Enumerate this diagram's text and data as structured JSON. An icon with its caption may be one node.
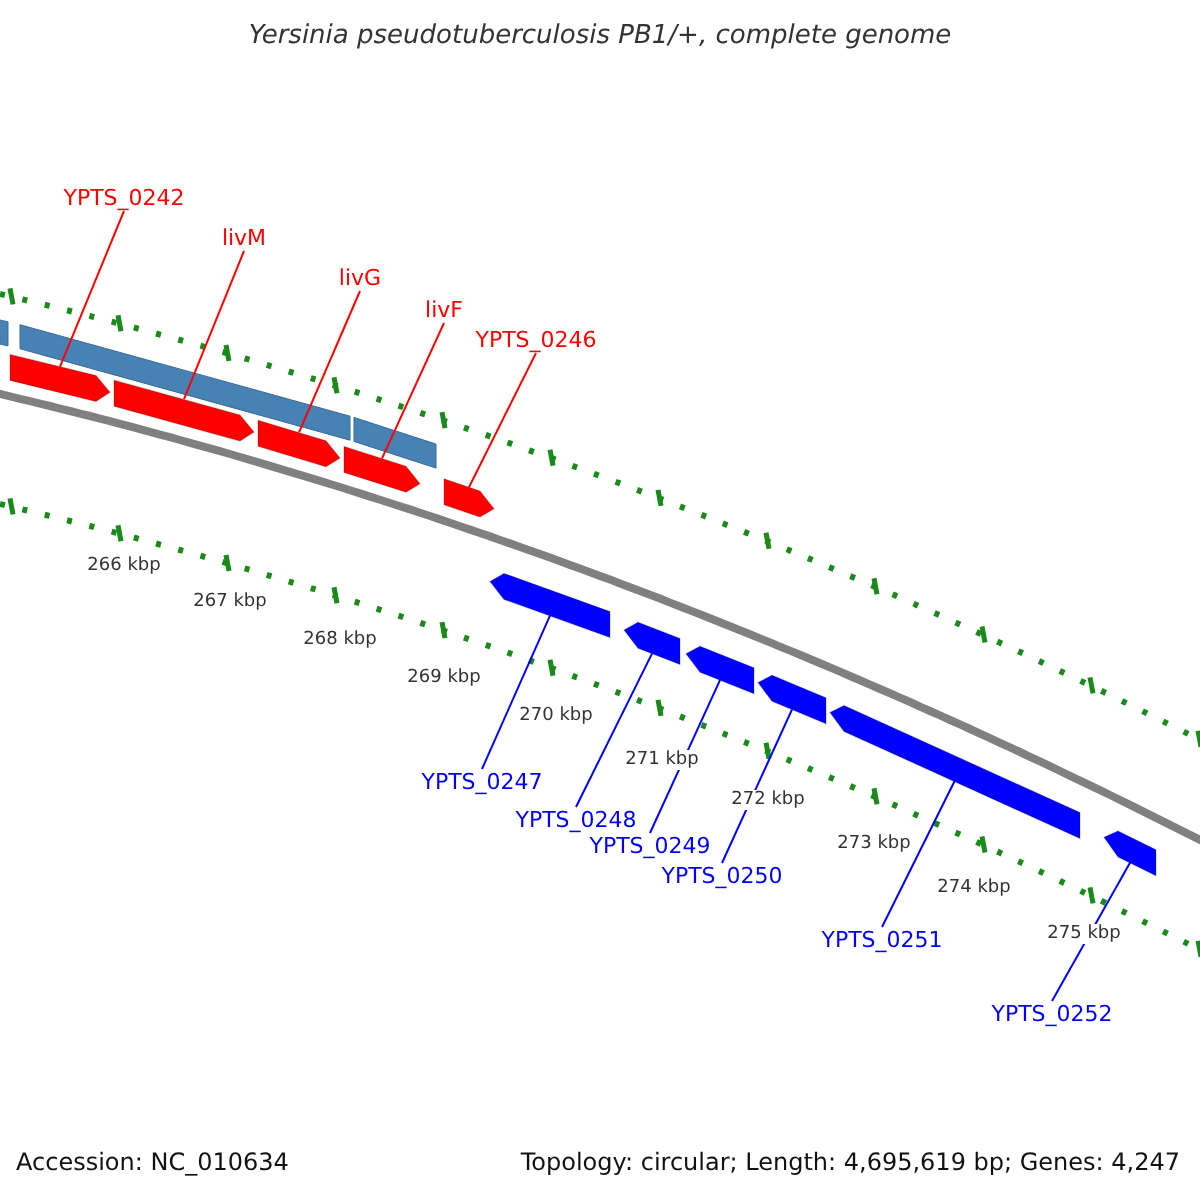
{
  "diagram": {
    "title": "Yersinia pseudotuberculosis PB1/+, complete genome",
    "nodes": [
      {
        "text": [
          "YPTS_0242"
        ]
      },
      {
        "text": [
          "livM"
        ]
      },
      {
        "text": [
          "livG"
        ]
      },
      {
        "text": [
          "livF"
        ]
      },
      {
        "text": [
          "YPTS_0246"
        ]
      },
      {
        "text": [
          "YPTS_0247"
        ]
      },
      {
        "text": [
          "YPTS_0248"
        ]
      },
      {
        "text": [
          "YPTS_0249"
        ]
      },
      {
        "text": [
          "YPTS_0250"
        ]
      },
      {
        "text": [
          "YPTS_0251"
        ]
      },
      {
        "text": [
          "YPTS_0252"
        ]
      },
      {
        "text": [],
        "shape": "arrow"
      },
      {
        "text": [],
        "shape": "arrow"
      },
      {
        "text": [],
        "shape": "arrow"
      },
      {
        "text": [],
        "shape": "arrow"
      },
      {
        "text": [],
        "shape": "arrow"
      },
      {
        "text": [],
        "shape": "arrow"
      },
      {
        "text": [],
        "shape": "arrow"
      },
      {
        "text": [],
        "shape": "arrow"
      },
      {
        "text": [],
        "shape": "arrow"
      },
      {
        "text": [],
        "shape": "arrow"
      },
      {
        "text": [],
        "shape": "arrow"
      }
    ],
    "edges": [
      {
        "from": 0,
        "to": 11,
        "arrow": "none",
        "color": "#ff0000"
      },
      {
        "from": 1,
        "to": 12,
        "arrow": "none",
        "color": "#ff0000"
      },
      {
        "from": 2,
        "to": 13,
        "arrow": "none",
        "color": "#ff0000"
      },
      {
        "from": 3,
        "to": 14,
        "arrow": "none",
        "color": "#ff0000"
      },
      {
        "from": 4,
        "to": 15,
        "arrow": "none",
        "color": "#ff0000"
      },
      {
        "from": 5,
        "to": 16,
        "arrow": "none"
      },
      {
        "from": 6,
        "to": 17,
        "arrow": "none"
      },
      {
        "from": 7,
        "to": 18,
        "arrow": "none"
      },
      {
        "from": 8,
        "to": 19,
        "arrow": "none"
      },
      {
        "from": 9,
        "to": 20,
        "arrow": "none"
      },
      {
        "from": 10,
        "to": 21,
        "arrow": "none"
      }
    ],
    "labels": [
      "266 kbp",
      "267 kbp",
      "268 kbp",
      "269 kbp",
      "270 kbp",
      "271 kbp",
      "272 kbp",
      "273 kbp",
      "274 kbp",
      "275 kbp",
      "Accession: NC_010634",
      "Topology: circular; Length: 4,695,619 bp; Genes: 4,247"
    ]
  }
}
